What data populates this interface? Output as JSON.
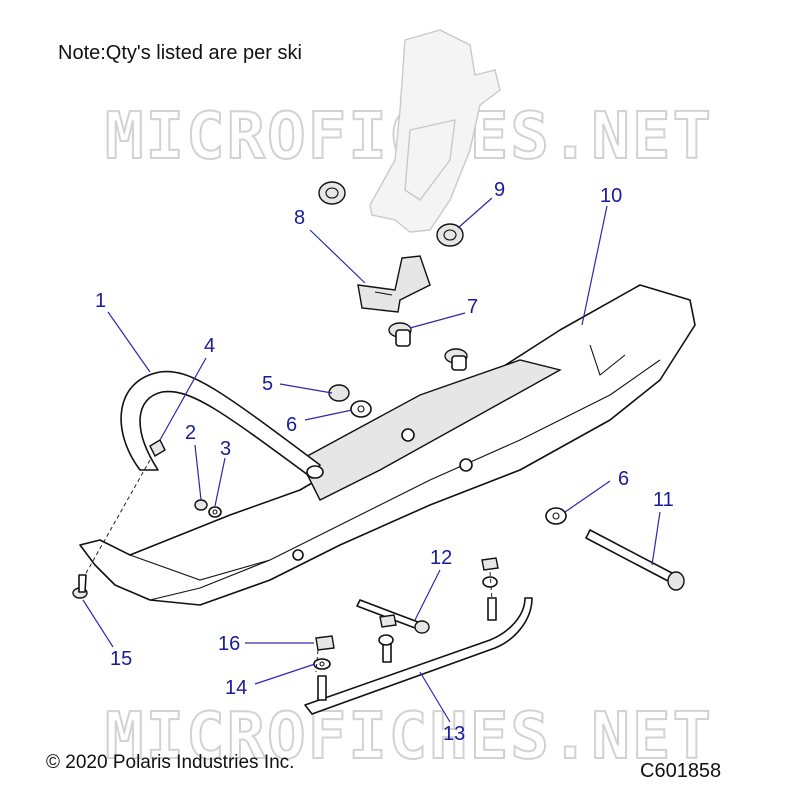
{
  "header": {
    "note": "Note:Qty's listed are per ski"
  },
  "footer": {
    "copyright": "© 2020 Polaris Industries Inc.",
    "figure_id": "C601858"
  },
  "watermark": {
    "text": "MICROFICHES.NET"
  },
  "callouts": {
    "c1": "1",
    "c2": "2",
    "c3": "3",
    "c4": "4",
    "c5": "5",
    "c6a": "6",
    "c6b": "6",
    "c7": "7",
    "c8": "8",
    "c9": "9",
    "c10": "10",
    "c11": "11",
    "c12": "12",
    "c13": "13",
    "c14": "14",
    "c15": "15",
    "c16": "16"
  },
  "colors": {
    "callout": "#1a1a9c",
    "line": "#111111",
    "watermark": "#d2d2d2"
  }
}
